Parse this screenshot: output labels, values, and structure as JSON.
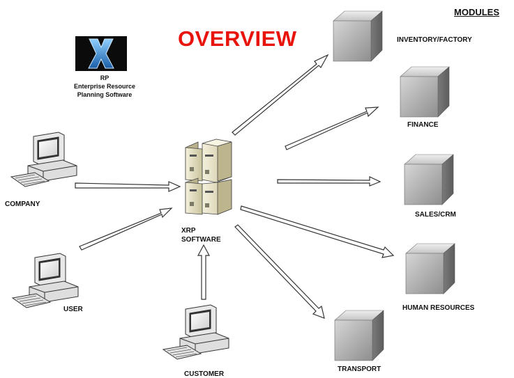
{
  "header": {
    "title": "OVERVIEW",
    "modules_heading": "MODULES"
  },
  "logo": {
    "letter": "X",
    "name": "RP",
    "line1": "Enterprise Resource",
    "line2": "Planning Software"
  },
  "hub": {
    "line1": "XRP",
    "line2": "SOFTWARE"
  },
  "sources": {
    "company": "COMPANY",
    "user": "USER",
    "customer": "CUSTOMER"
  },
  "modules": {
    "inventory": "INVENTORY/FACTORY",
    "finance": "FINANCE",
    "sales": "SALES/CRM",
    "hr": "HUMAN RESOURCES",
    "transport": "TRANSPORT"
  },
  "colors": {
    "title": "#e8140c",
    "logo_bg": "#0b0b0b",
    "logo_x": "#2e7fd0",
    "cube": "#9a9a9a"
  }
}
